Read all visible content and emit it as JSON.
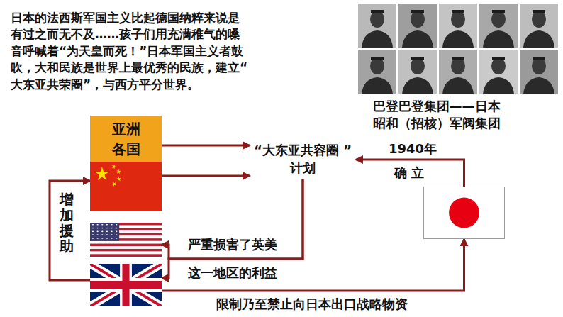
{
  "diagram": {
    "nodes": [
      {
        "text": [
          "亚洲 各国"
        ]
      },
      {
        "text": []
      },
      {
        "text": [
          "“大东亚共容圈 ”计划"
        ]
      },
      {
        "text": []
      },
      {
        "text": []
      },
      {
        "text": []
      }
    ],
    "edges": [
      {
        "from": 0,
        "to": 2,
        "arrow": "to"
      },
      {
        "from": 1,
        "to": 2,
        "arrow": "to"
      },
      {
        "from": 5,
        "to": 2,
        "arrow": "to",
        "label": "1940年"
      },
      {
        "from": 2,
        "to": 3,
        "arrow": "to",
        "label": "严重损害了英美 这一地区的利益"
      },
      {
        "from": 2,
        "to": 4,
        "arrow": "to"
      },
      {
        "from": 4,
        "to": 5,
        "arrow": "to",
        "label": "限制乃至禁止向日本出口战略物资"
      },
      {
        "from": 4,
        "to": 1,
        "arrow": "to",
        "label": "增加援助"
      }
    ],
    "labels": [
      "日本的法西斯军国主义比起德国纳粹来说是有过之而无不及……孩子们用充满稚气的嗓音呼喊着“为天皇而死！”日本军国主义者鼓吹，大和民族是世界上最优秀的民族，建立“大东亚共荣圈”，与西方平分世界。",
      "巴登巴登集团——日本 昭和（招核）军阀集团",
      "确 立"
    ]
  }
}
